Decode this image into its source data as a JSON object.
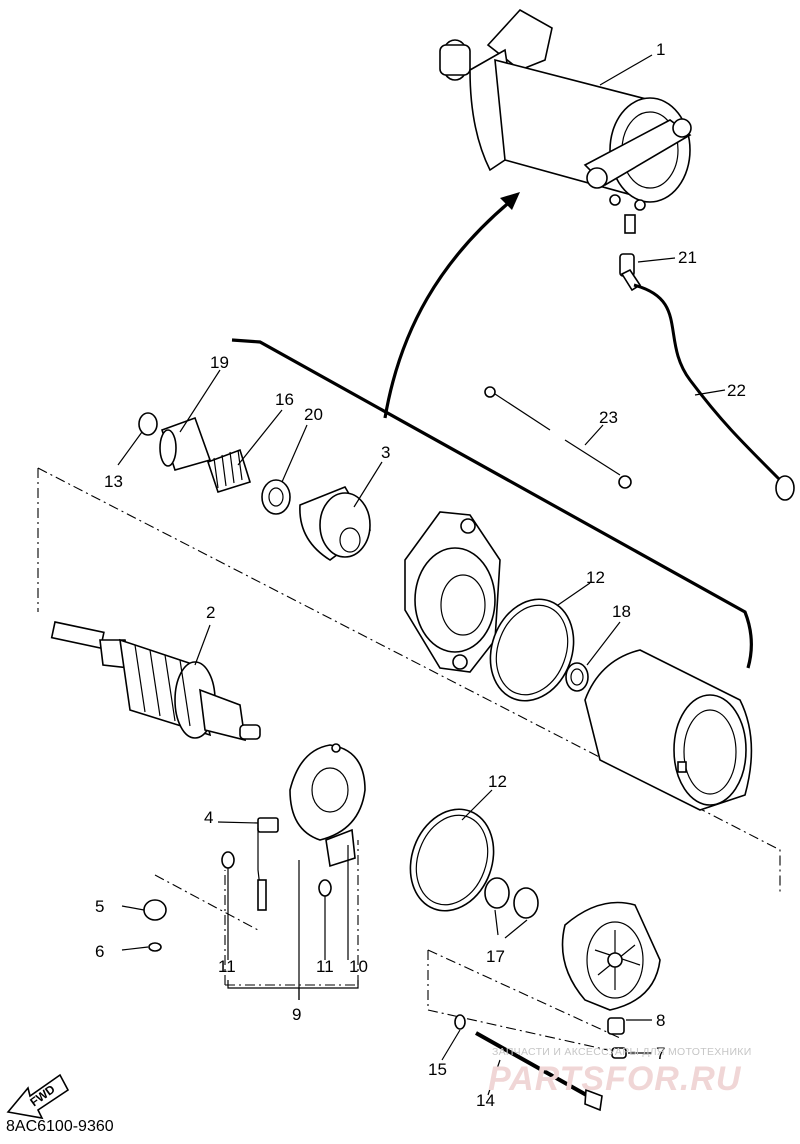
{
  "diagram": {
    "code": "8AC6100-9360",
    "fwd_label": "FWD",
    "watermark_top": "ЗАПЧАСТИ И АКСЕССУАРЫ ДЛЯ МОТОТЕХНИКИ",
    "watermark_big": "PARTSFOR.RU",
    "labels": {
      "l1": "1",
      "l2": "2",
      "l3": "3",
      "l4": "4",
      "l5": "5",
      "l6": "6",
      "l7": "7",
      "l8": "8",
      "l9": "9",
      "l10": "10",
      "l11a": "11",
      "l11b": "11",
      "l12a": "12",
      "l12b": "12",
      "l13": "13",
      "l14": "14",
      "l15": "15",
      "l16": "16",
      "l17": "17",
      "l18": "18",
      "l19": "19",
      "l20": "20",
      "l21": "21",
      "l22": "22",
      "l23": "23"
    }
  }
}
